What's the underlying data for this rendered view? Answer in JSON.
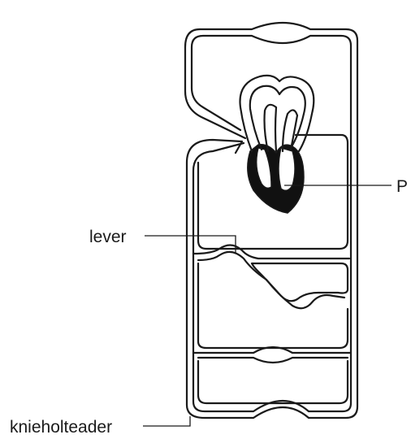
{
  "labels": {
    "p": "P",
    "lever": "lever",
    "knieholteader": "knieholteader"
  },
  "colors": {
    "line": "#1a1a1a",
    "background": "#ffffff",
    "heart_fill": "#111111"
  }
}
